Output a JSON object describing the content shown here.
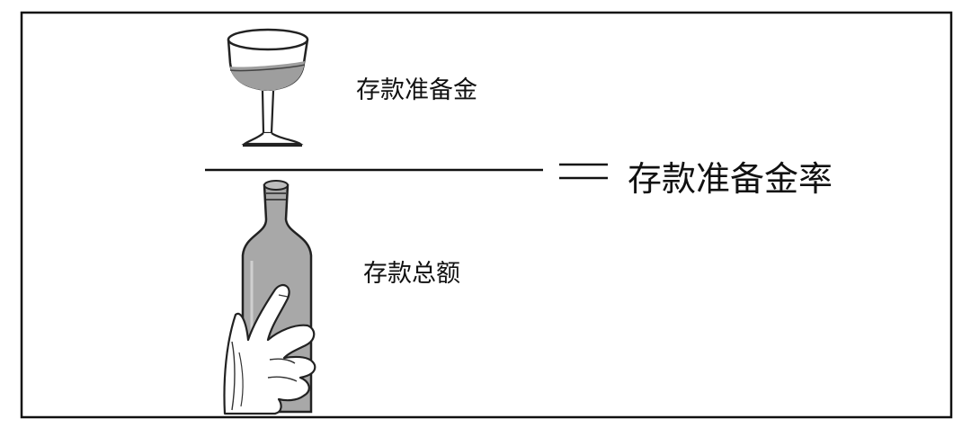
{
  "numerator_label": "存款准备金",
  "denominator_label": "存款总额",
  "result_label": "存款准备金率",
  "icons": {
    "numerator": "wine-glass-icon",
    "denominator": "wine-bottle-in-hand-icon",
    "operator": "equals-sign-icon"
  },
  "colors": {
    "ink": "#111111",
    "glass_liquid": "#9e9e9e",
    "bottle_fill": "#a8a8a8"
  }
}
